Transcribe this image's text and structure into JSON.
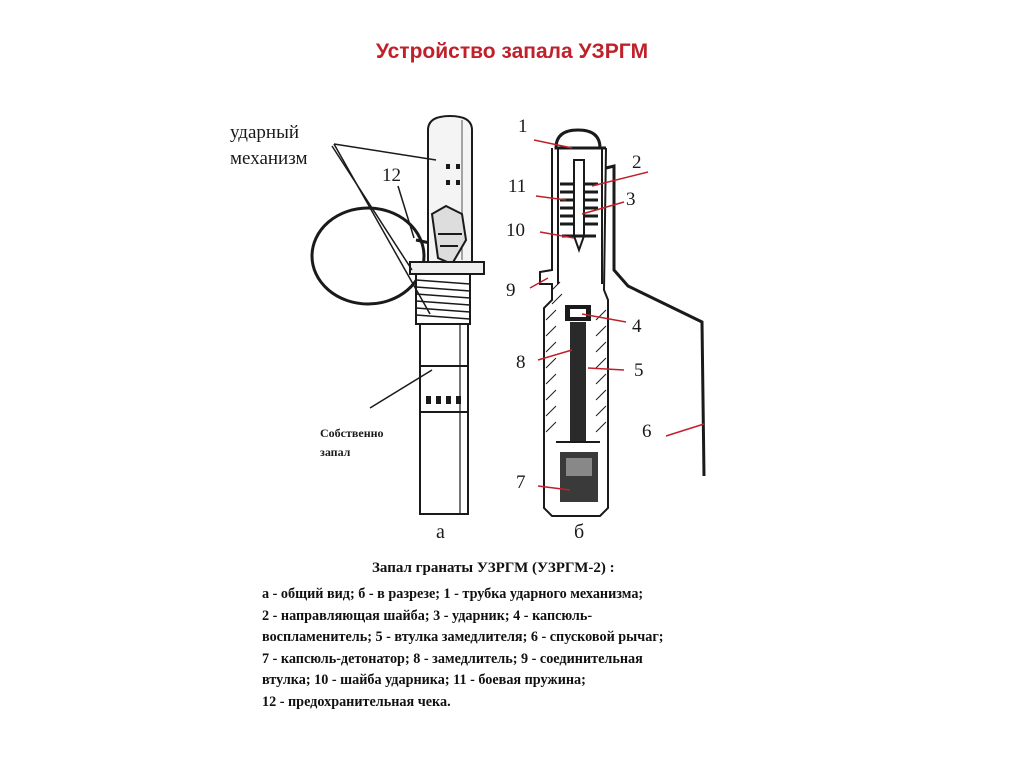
{
  "title": "Устройство запала УЗРГМ",
  "figure": {
    "labels": {
      "udarnyi_line1": "ударный",
      "udarnyi_line2": "механизм",
      "sobstvenno_line1": "Собственно",
      "sobstvenno_line2": "запал",
      "view_a": "а",
      "view_b": "б",
      "n1": "1",
      "n2": "2",
      "n3": "3",
      "n4": "4",
      "n5": "5",
      "n6": "6",
      "n7": "7",
      "n8": "8",
      "n9": "9",
      "n10": "10",
      "n11": "11",
      "n12": "12"
    }
  },
  "caption": {
    "title": "Запал гранаты УЗРГМ (УЗРГМ-2) :",
    "lines": [
      "а - общий вид; б - в разрезе; 1 - трубка ударного механизма;",
      "2 - направляющая шайба; 3 - ударник; 4 - капсюль-",
      "воспламенитель; 5 - втулка замедлителя; 6 - спусковой рычаг;",
      "7 - капсюль-детонатор; 8 - замедлитель; 9 - соединительная",
      "втулка; 10 - шайба ударника; 11 - боевая пружина;",
      "12 - предохранительная чека."
    ]
  }
}
